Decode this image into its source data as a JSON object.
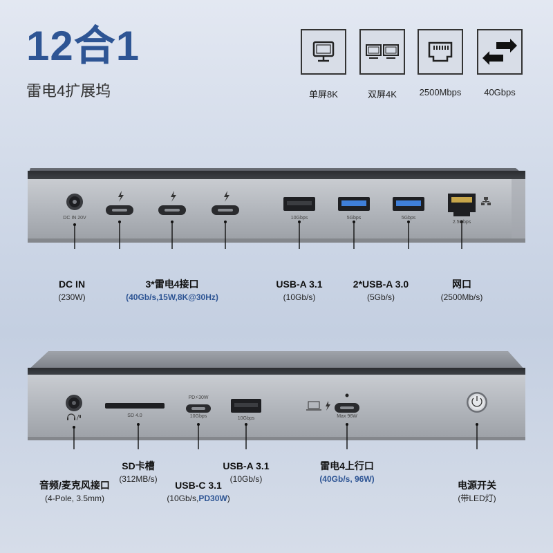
{
  "header": {
    "title": "12合1",
    "subtitle": "雷电4扩展坞"
  },
  "features": [
    {
      "icon": "single-monitor-icon",
      "label": "单屏8K"
    },
    {
      "icon": "dual-monitor-icon",
      "label": "双屏4K"
    },
    {
      "icon": "ethernet-port-icon",
      "label": "2500Mbps"
    },
    {
      "icon": "transfer-arrows-icon",
      "label": "40Gbps"
    }
  ],
  "rear": {
    "ports_printed": {
      "dc": "DC IN 20V",
      "usba31": "10Gbps",
      "usba30_1": "5Gbps",
      "usba30_2": "5Gbps",
      "lan": "2.5Gbps"
    },
    "labels": {
      "dcin": {
        "name": "DC IN",
        "spec": "(230W)"
      },
      "tb4": {
        "name": "3*雷电4接口",
        "spec": "(40Gb/s,15W,8K@30Hz)"
      },
      "usba31": {
        "name": "USB-A 3.1",
        "spec": "(10Gb/s)"
      },
      "usba30": {
        "name": "2*USB-A 3.0",
        "spec": "(5Gb/s)"
      },
      "lan": {
        "name": "网口",
        "spec": "(2500Mb/s)"
      }
    }
  },
  "front": {
    "ports_printed": {
      "sd": "SD 4.0",
      "usbc_pd": "PD⚡30W",
      "usbc_speed": "10Gbps",
      "usba": "10Gbps",
      "tb_up": "Max 96W"
    },
    "labels": {
      "audio": {
        "name": "音频/麦克风接口",
        "spec": "(4-Pole, 3.5mm)"
      },
      "sd": {
        "name": "SD卡槽",
        "spec": "(312MB/s)"
      },
      "usbc": {
        "name": "USB-C 3.1",
        "spec_plain": "(10Gb/s,",
        "spec_blue": "PD30W",
        "spec_end": ")"
      },
      "usba": {
        "name": "USB-A 3.1",
        "spec": "(10Gb/s)"
      },
      "tbup": {
        "name": "雷电4上行口",
        "spec": "(40Gb/s, 96W)"
      },
      "power": {
        "name": "电源开关",
        "spec": "(带LED灯)"
      }
    }
  },
  "colors": {
    "title": "#2e5594",
    "accent_blue": "#2e5594",
    "usb3_blue": "#3f7fd8"
  }
}
